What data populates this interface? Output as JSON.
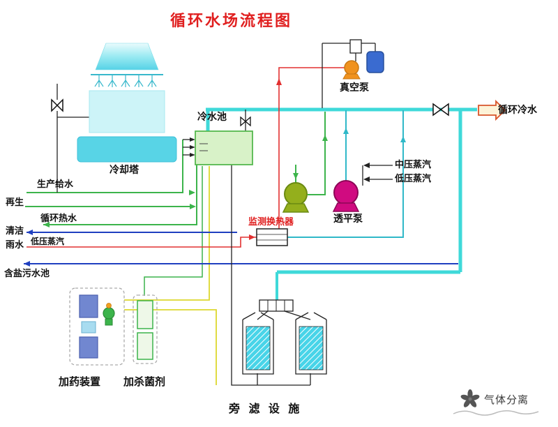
{
  "title": "循环水场流程图",
  "labels": {
    "cooling_tower": "冷却塔",
    "cold_pool": "冷水池",
    "vacuum_pump": "真空泵",
    "circulating_cold_water": "循环冷水",
    "mid_pressure_steam": "中压蒸汽",
    "low_pressure_steam": "低压蒸汽",
    "turbine_pump": "透平泵",
    "monitor_heat_exchanger": "监测换热器",
    "production_feed_water": "生产给水",
    "regeneration": "再生",
    "circulating_hot_water": "循环热水",
    "clean": "清洁",
    "low_pressure_steam_left": "低压蒸汽",
    "rain_water": "雨水",
    "salty_sewage_pool": "含盐污水池",
    "dosing_device": "加药装置",
    "biocide_device": "加杀菌剂",
    "side_filter": "旁 滤 设 施",
    "watermark": "气体分离"
  },
  "colors": {
    "title_red": "#e01f1f",
    "main_pipe_cyan": "#3fd9d9",
    "teal_pipe": "#2fb8c8",
    "green_pipe": "#3cb44b",
    "yellow_pipe": "#ddd72e",
    "red_pipe": "#e23030",
    "blue_pipe": "#1f3fc0",
    "pool_fill": "#d8f2c8",
    "pump_green": "#94af1c",
    "pump_magenta": "#d00b80",
    "pump_orange": "#f0921e",
    "tank_blue": "#3a6bd0",
    "tower_cyan": "#58d4e6"
  }
}
